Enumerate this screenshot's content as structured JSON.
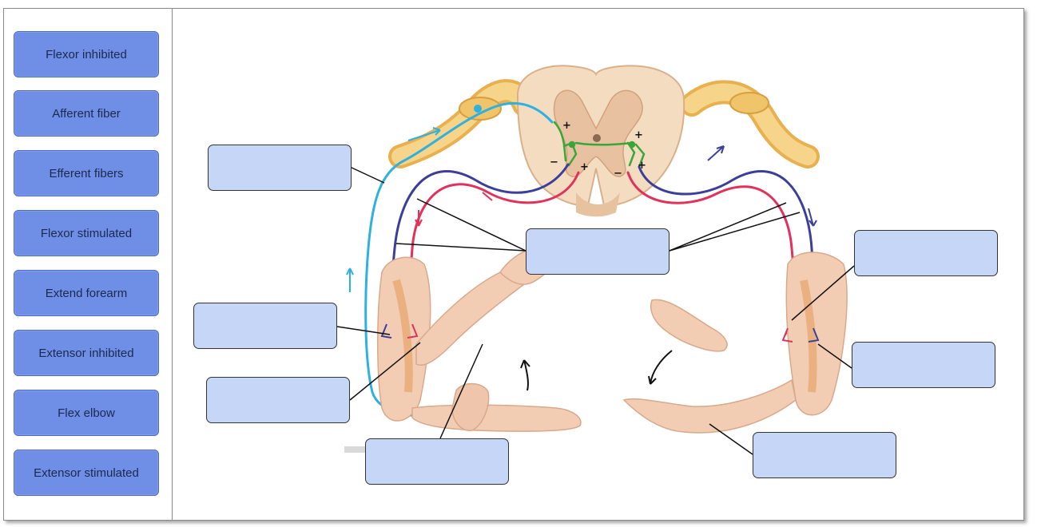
{
  "bank": {
    "chips": [
      {
        "label": "Flexor inhibited"
      },
      {
        "label": "Afferent fiber"
      },
      {
        "label": "Efferent fibers"
      },
      {
        "label": "Flexor stimulated"
      },
      {
        "label": "Extend forearm"
      },
      {
        "label": "Extensor inhibited"
      },
      {
        "label": "Flex elbow"
      },
      {
        "label": "Extensor stimulated"
      }
    ]
  },
  "diagram": {
    "signs": [
      "+",
      "+",
      "+",
      "+",
      "−",
      "−"
    ]
  },
  "colors": {
    "chip_fill": "#6f8ee6",
    "drop_fill": "#c6d6f6",
    "afferent": "#2fb1e0",
    "efferent_blue": "#3b3f9a",
    "efferent_red": "#e0325a",
    "interneuron": "#3aa63a",
    "nerve": "#f2c46b",
    "skin": "#f2cdb4"
  }
}
